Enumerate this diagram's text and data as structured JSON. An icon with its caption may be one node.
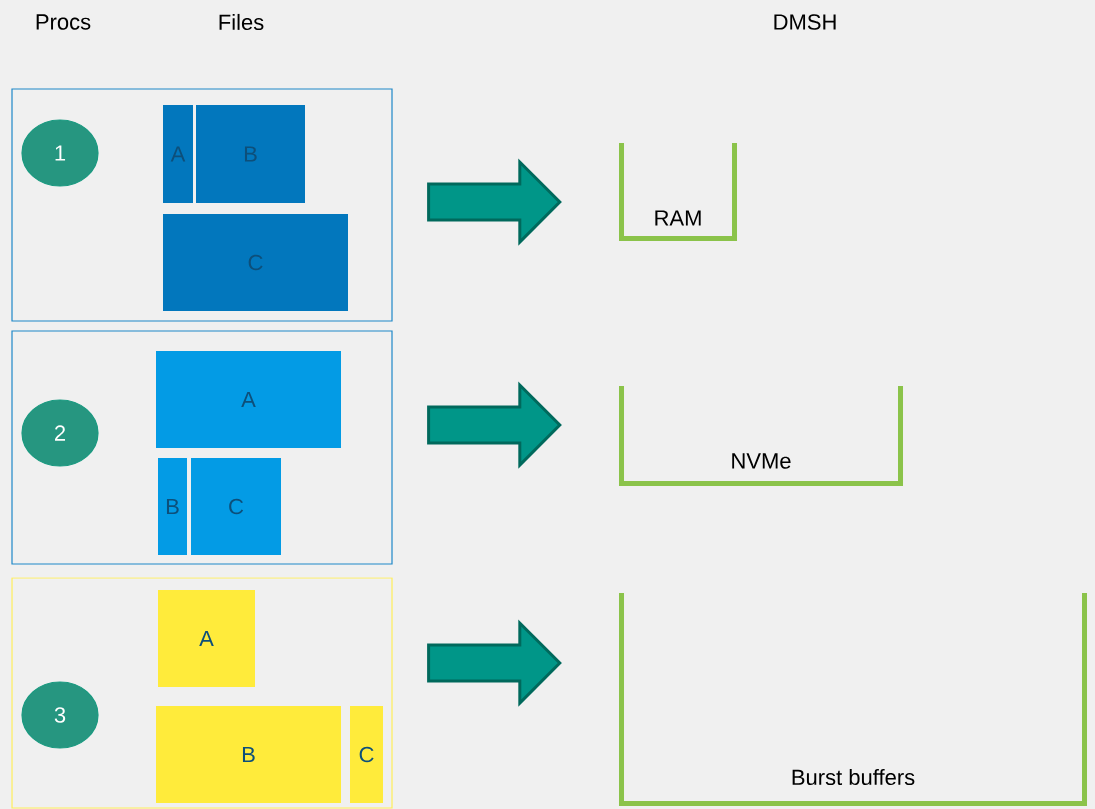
{
  "diagram": {
    "nodes": [
      {
        "text": [],
        "shape": "box"
      },
      {
        "text": [
          "1"
        ],
        "in": 0
      },
      {
        "text": [
          "A"
        ],
        "in": 0
      },
      {
        "text": [
          "B"
        ],
        "in": 0
      },
      {
        "text": [
          "C"
        ],
        "in": 0
      },
      {
        "text": [],
        "shape": "box"
      },
      {
        "text": [
          "2"
        ],
        "in": 5
      },
      {
        "text": [
          "A"
        ],
        "in": 5
      },
      {
        "text": [
          "B"
        ],
        "in": 5
      },
      {
        "text": [
          "C"
        ],
        "in": 5
      },
      {
        "text": [],
        "shape": "box"
      },
      {
        "text": [
          "3"
        ],
        "in": 10
      },
      {
        "text": [
          "A"
        ],
        "in": 10
      },
      {
        "text": [
          "B"
        ],
        "in": 10
      },
      {
        "text": [
          "C"
        ],
        "in": 10
      },
      {
        "text": [
          "RAM"
        ]
      },
      {
        "text": [
          "NVMe"
        ]
      },
      {
        "text": [
          "Burst buffers"
        ]
      }
    ],
    "edges": [
      {
        "from": 0,
        "to": 15,
        "arrow": "to"
      },
      {
        "from": 5,
        "to": 16,
        "arrow": "to"
      },
      {
        "from": 10,
        "to": 17,
        "arrow": "to"
      }
    ],
    "labels": [
      "Procs",
      "Files",
      "DMSH"
    ]
  }
}
